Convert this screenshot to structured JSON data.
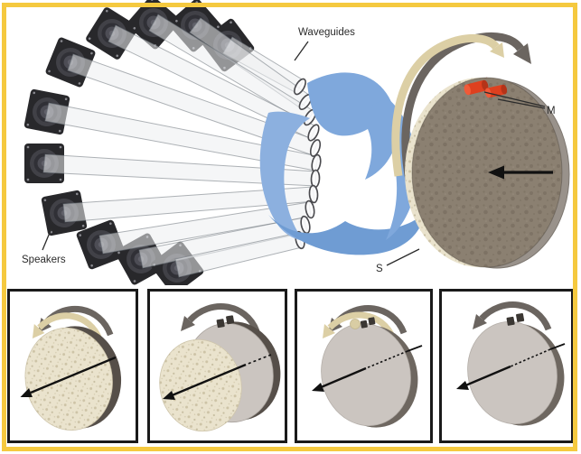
{
  "figure_labels": {
    "waveguides": "Waveguides",
    "speakers": "Speakers",
    "m": "M",
    "s": "S"
  },
  "colors": {
    "frame": "#F5C93F",
    "panel_border": "#1A1A1A",
    "vortex_blue": "#7FA8DC",
    "vortex_blue_dark": "#6F9CD3",
    "vortex_blue_light": "#8CB0DF",
    "magnet_red": "#DE401F",
    "foam_cream": "#EAE3CD",
    "rock_face": "#8B8071",
    "rim_gray": "#99928B",
    "disc_gray": "#CBC5C0",
    "arrow_tan": "#DCCFA5",
    "arrow_gray": "#6B6560",
    "arrow_black": "#111111"
  },
  "setup": {
    "speaker_count": 11,
    "waveguide_count": 11,
    "sub_panel_count": 4
  }
}
